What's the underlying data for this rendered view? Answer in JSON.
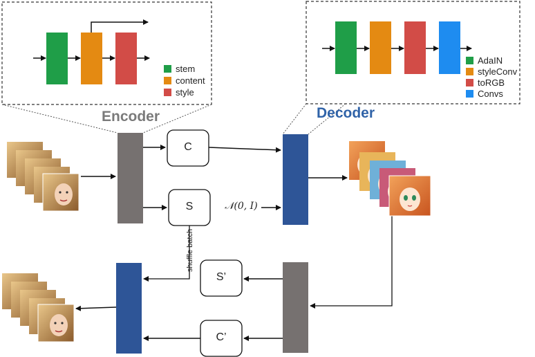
{
  "colors": {
    "encoder_block": "#767170",
    "decoder_block": "#2E5597",
    "stem": "#1F9E48",
    "content": "#E48A12",
    "style": "#D24C47",
    "adain": "#1F9E48",
    "styleconv": "#E48A12",
    "torgb": "#D24C47",
    "convs": "#1E8CF0",
    "encoder_title": "#7A7A7A",
    "decoder_title": "#3063A8"
  },
  "encoder": {
    "title": "Encoder",
    "legend": [
      {
        "label": "stem",
        "color": "#1F9E48"
      },
      {
        "label": "content",
        "color": "#E48A12"
      },
      {
        "label": "style",
        "color": "#D24C47"
      }
    ]
  },
  "decoder": {
    "title": "Decoder",
    "legend": [
      {
        "label": "AdaIN",
        "color": "#1F9E48"
      },
      {
        "label": "styleConv",
        "color": "#E48A12"
      },
      {
        "label": "toRGB",
        "color": "#D24C47"
      },
      {
        "label": "Convs",
        "color": "#1E8CF0"
      }
    ]
  },
  "nodes": {
    "c": "C",
    "s": "S",
    "s_prime": "S’",
    "c_prime": "C’"
  },
  "noise_label": "𝒩(0, I)",
  "shuffle_label": "shuffle batch"
}
